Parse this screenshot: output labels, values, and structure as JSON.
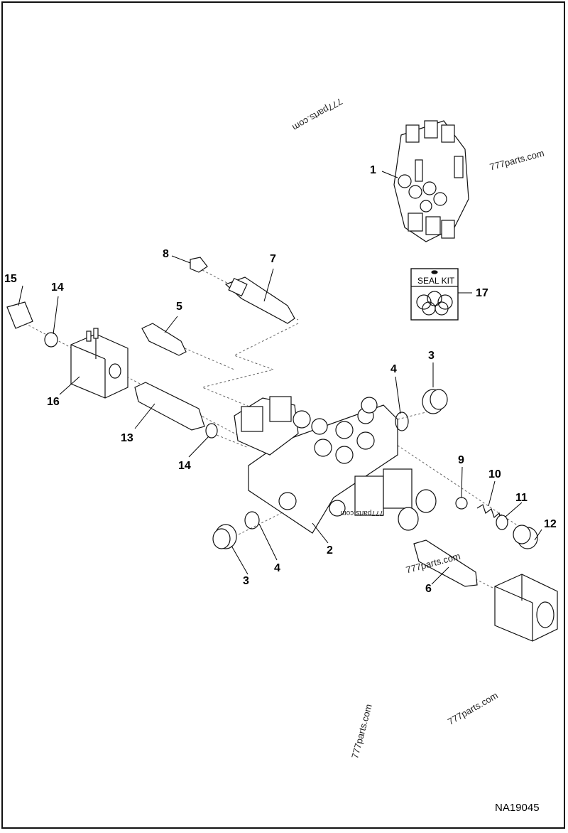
{
  "figure_id": "NA19045",
  "seal_kit_label": "SEAL KIT",
  "watermark": "777parts.com",
  "callouts": [
    "1",
    "2",
    "3",
    "3",
    "4",
    "4",
    "5",
    "6",
    "7",
    "8",
    "9",
    "10",
    "11",
    "12",
    "13",
    "14",
    "14",
    "15",
    "16",
    "17"
  ]
}
